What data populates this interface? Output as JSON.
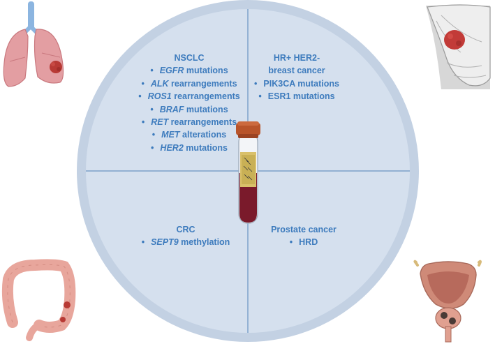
{
  "quadrants": {
    "top_left": {
      "title": "NSCLC",
      "items": [
        {
          "gene": "EGFR",
          "rest": " mutations"
        },
        {
          "gene": "ALK",
          "rest": " rearrangements"
        },
        {
          "gene": "ROS1",
          "rest": " rearrangements"
        },
        {
          "gene": "BRAF",
          "rest": " mutations"
        },
        {
          "gene": "RET",
          "rest": " rearrangements"
        },
        {
          "gene": "MET",
          "rest": " alterations"
        },
        {
          "gene": "HER2",
          "rest": " mutations"
        }
      ]
    },
    "top_right": {
      "title_line1": "HR+ HER2-",
      "title_line2": "breast cancer",
      "items": [
        {
          "gene": "",
          "rest": "PIK3CA mutations"
        },
        {
          "gene": "",
          "rest": "ESR1 mutations"
        }
      ]
    },
    "bottom_left": {
      "title": "CRC",
      "items": [
        {
          "gene": "SEPT9",
          "rest": " methylation"
        }
      ]
    },
    "bottom_right": {
      "title": "Prostate cancer",
      "items": [
        {
          "gene": "",
          "rest": "HRD"
        }
      ]
    }
  },
  "bullet": "•",
  "icons": [
    "lungs-with-tumor-icon",
    "breast-with-tumor-icon",
    "colon-with-tumor-icon",
    "prostate-icon",
    "blood-collection-tube-icon"
  ],
  "colors": {
    "circle_outer": "#c3d1e3",
    "circle_inner": "#d5e0ee",
    "divider": "#6a94c2",
    "text": "#3d7bbd",
    "tube_cap": "#b8542a",
    "blood": "#7a1a2b",
    "label": "#d9c06a"
  }
}
